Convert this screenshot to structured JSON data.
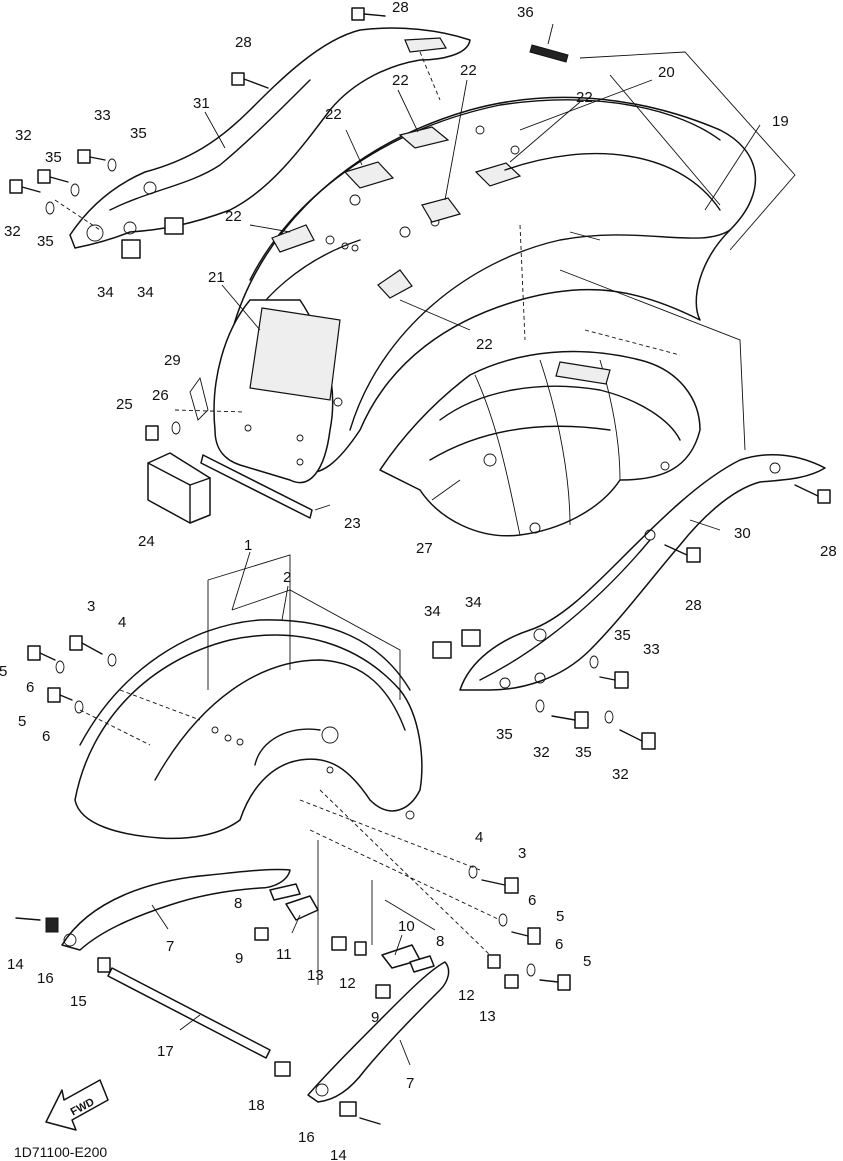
{
  "diagram_code": "1D71100-E200",
  "fwd_label": "FWD",
  "callouts": [
    {
      "label": "28"
    },
    {
      "label": "36"
    },
    {
      "label": "28"
    },
    {
      "label": "22"
    },
    {
      "label": "22"
    },
    {
      "label": "20"
    },
    {
      "label": "19"
    },
    {
      "label": "31"
    },
    {
      "label": "33"
    },
    {
      "label": "35"
    },
    {
      "label": "32"
    },
    {
      "label": "35"
    },
    {
      "label": "32"
    },
    {
      "label": "35"
    },
    {
      "label": "22"
    },
    {
      "label": "22"
    },
    {
      "label": "22"
    },
    {
      "label": "34"
    },
    {
      "label": "34"
    },
    {
      "label": "21"
    },
    {
      "label": "22"
    },
    {
      "label": "29"
    },
    {
      "label": "26"
    },
    {
      "label": "25"
    },
    {
      "label": "24"
    },
    {
      "label": "23"
    },
    {
      "label": "27"
    },
    {
      "label": "30"
    },
    {
      "label": "28"
    },
    {
      "label": "1"
    },
    {
      "label": "2"
    },
    {
      "label": "3"
    },
    {
      "label": "4"
    },
    {
      "label": "5"
    },
    {
      "label": "6"
    },
    {
      "label": "5"
    },
    {
      "label": "6"
    },
    {
      "label": "34"
    },
    {
      "label": "34"
    },
    {
      "label": "28"
    },
    {
      "label": "35"
    },
    {
      "label": "33"
    },
    {
      "label": "35"
    },
    {
      "label": "32"
    },
    {
      "label": "35"
    },
    {
      "label": "32"
    },
    {
      "label": "4"
    },
    {
      "label": "3"
    },
    {
      "label": "6"
    },
    {
      "label": "5"
    },
    {
      "label": "8"
    },
    {
      "label": "7"
    },
    {
      "label": "10"
    },
    {
      "label": "8"
    },
    {
      "label": "6"
    },
    {
      "label": "5"
    },
    {
      "label": "14"
    },
    {
      "label": "16"
    },
    {
      "label": "9"
    },
    {
      "label": "11"
    },
    {
      "label": "13"
    },
    {
      "label": "12"
    },
    {
      "label": "12"
    },
    {
      "label": "13"
    },
    {
      "label": "15"
    },
    {
      "label": "9"
    },
    {
      "label": "17"
    },
    {
      "label": "7"
    },
    {
      "label": "18"
    },
    {
      "label": "16"
    },
    {
      "label": "14"
    }
  ]
}
